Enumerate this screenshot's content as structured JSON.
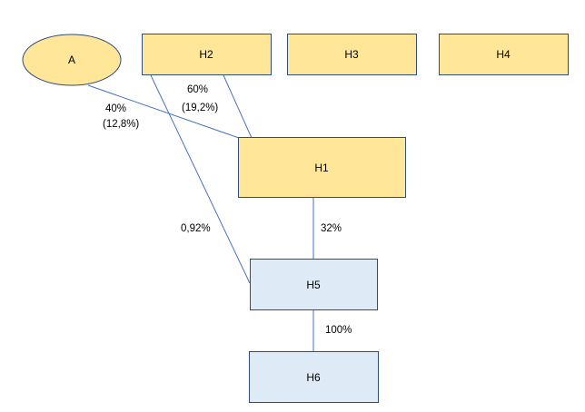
{
  "colors": {
    "holding_fill": "#ffe699",
    "holding_stroke": "#2f4d79",
    "subsidiary_fill": "#deebf7",
    "subsidiary_stroke": "#2f4d79",
    "connector": "#4472c4"
  },
  "nodes": {
    "a": "A",
    "h2": "H2",
    "h3": "H3",
    "h4": "H4",
    "h1": "H1",
    "h5": "H5",
    "h6": "H6"
  },
  "edges": {
    "a_h1_pct": "40%",
    "a_h1_eff": "(12,8%)",
    "h2_h1_pct": "60%",
    "h2_h1_eff": "(19,2%)",
    "h2_h5_pct": "0,92%",
    "h1_h5_pct": "32%",
    "h5_h6_pct": "100%"
  }
}
